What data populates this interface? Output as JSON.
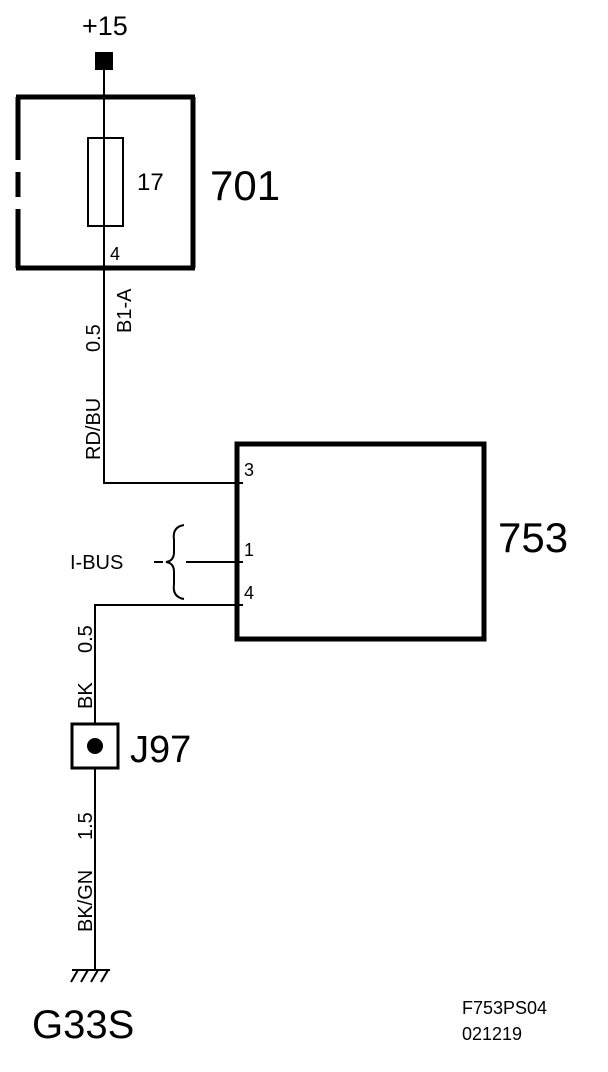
{
  "supply": {
    "label": "+15"
  },
  "fuse_box": {
    "id": "701",
    "fuse_number": "17",
    "pin": "4"
  },
  "wire_top": {
    "connector": "B1-A",
    "gauge": "0.5",
    "color": "RD/BU"
  },
  "module": {
    "id": "753",
    "pin_3": "3",
    "pin_1": "1",
    "pin_4": "4"
  },
  "bus": {
    "label": "I-BUS"
  },
  "wire_mid": {
    "gauge": "0.5",
    "color": "BK"
  },
  "junction": {
    "id": "J97"
  },
  "wire_bottom": {
    "gauge": "1.5",
    "color": "BK/GN"
  },
  "ground": {
    "id": "G33S"
  },
  "doc": {
    "code": "F753PS04",
    "date": "021219"
  }
}
